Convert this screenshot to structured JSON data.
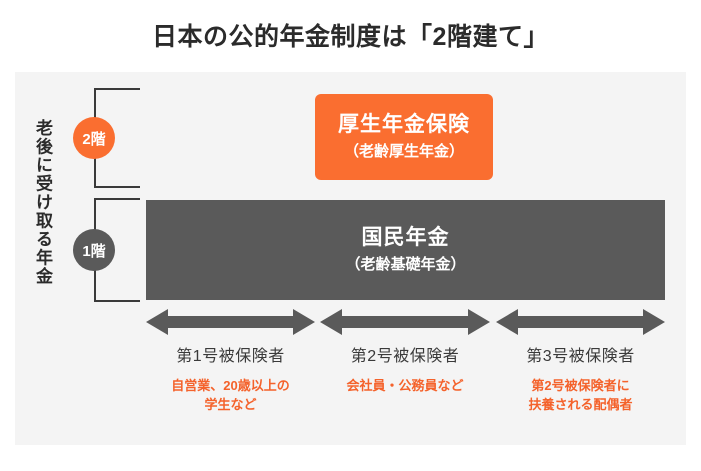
{
  "title": "日本の公的年金制度は「2階建て」",
  "side_label": "老後に受け取る年金",
  "badges": {
    "tier2": "2階",
    "tier1": "1階"
  },
  "colors": {
    "orange": "#FA6E30",
    "gray": "#5A5A5A",
    "panel_bg": "#F4F4F4",
    "desc_orange": "#F4622B",
    "bracket": "#3A3A3A"
  },
  "tiers": [
    {
      "id": "tier2",
      "main": "厚生年金保険",
      "sub": "（老齢厚生年金）"
    },
    {
      "id": "tier1",
      "main": "国民年金",
      "sub": "（老齢基礎年金）"
    }
  ],
  "categories": [
    {
      "title": "第1号被保険者",
      "desc_lines": [
        "自営業、20歳以上の",
        "学生など"
      ]
    },
    {
      "title": "第2号被保険者",
      "desc_lines": [
        "会社員・公務員など"
      ]
    },
    {
      "title": "第3号被保険者",
      "desc_lines": [
        "第2号被保険者に",
        "扶養される配偶者"
      ]
    }
  ]
}
